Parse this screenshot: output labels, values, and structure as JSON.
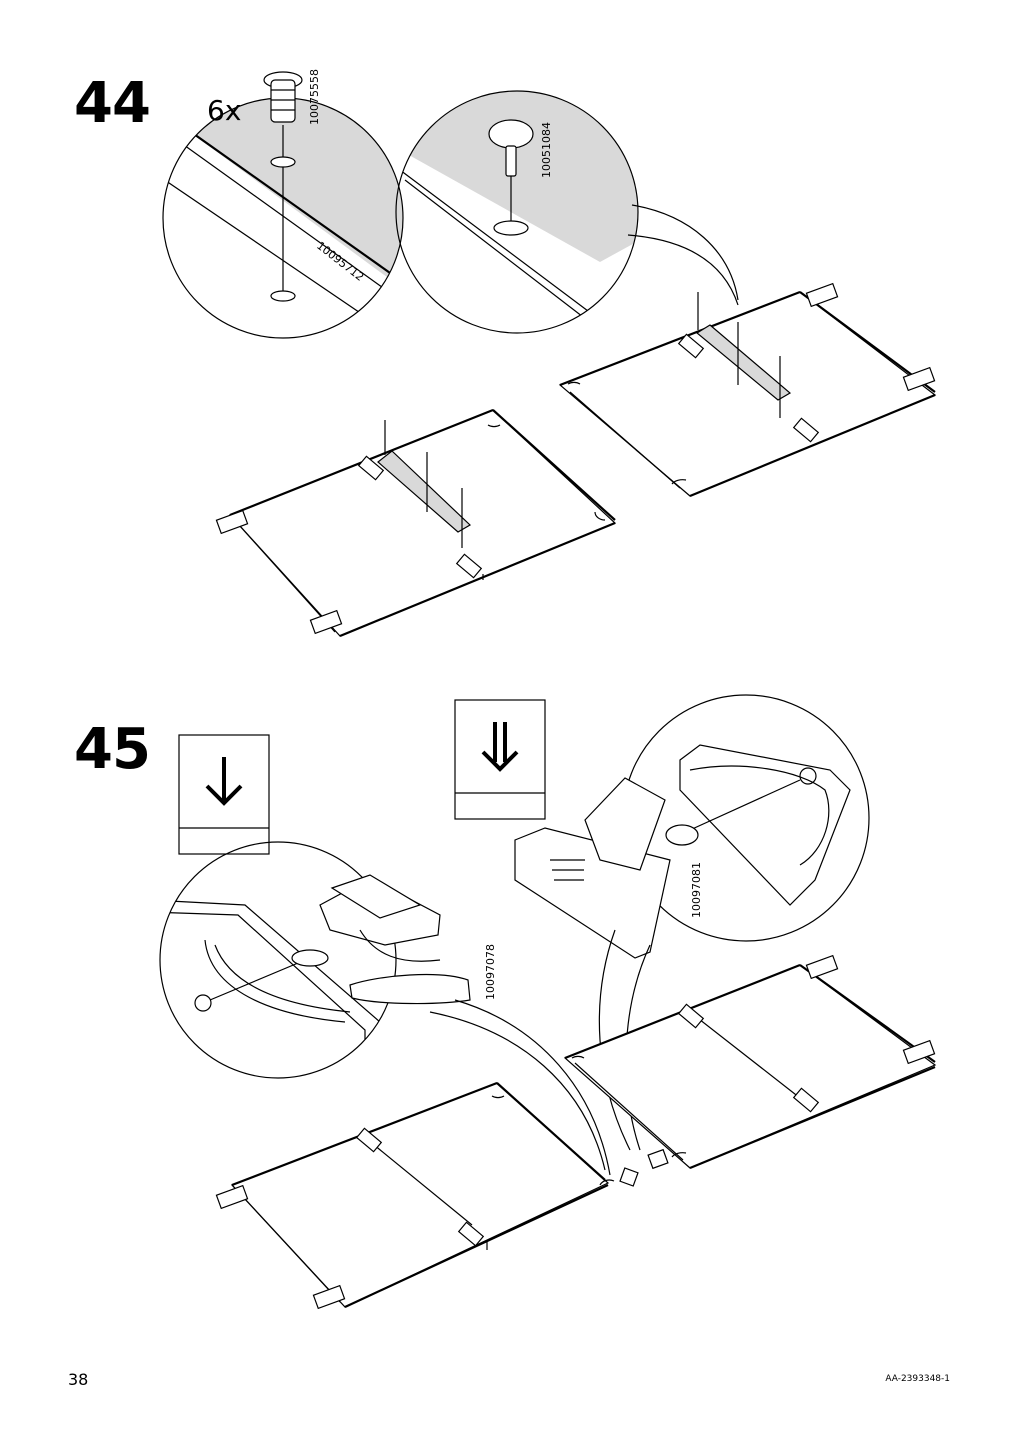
{
  "page": {
    "number": "38",
    "doc_code": "AA-2393348-1"
  },
  "steps": [
    {
      "number": "44",
      "quantity": "6x",
      "part_numbers": [
        "10075558",
        "10051084",
        "10095712"
      ]
    },
    {
      "number": "45",
      "part_numbers": [
        "10097078",
        "10097081"
      ],
      "icons": [
        "push-down-single-arrow-icon",
        "push-down-double-arrow-icon"
      ]
    }
  ]
}
